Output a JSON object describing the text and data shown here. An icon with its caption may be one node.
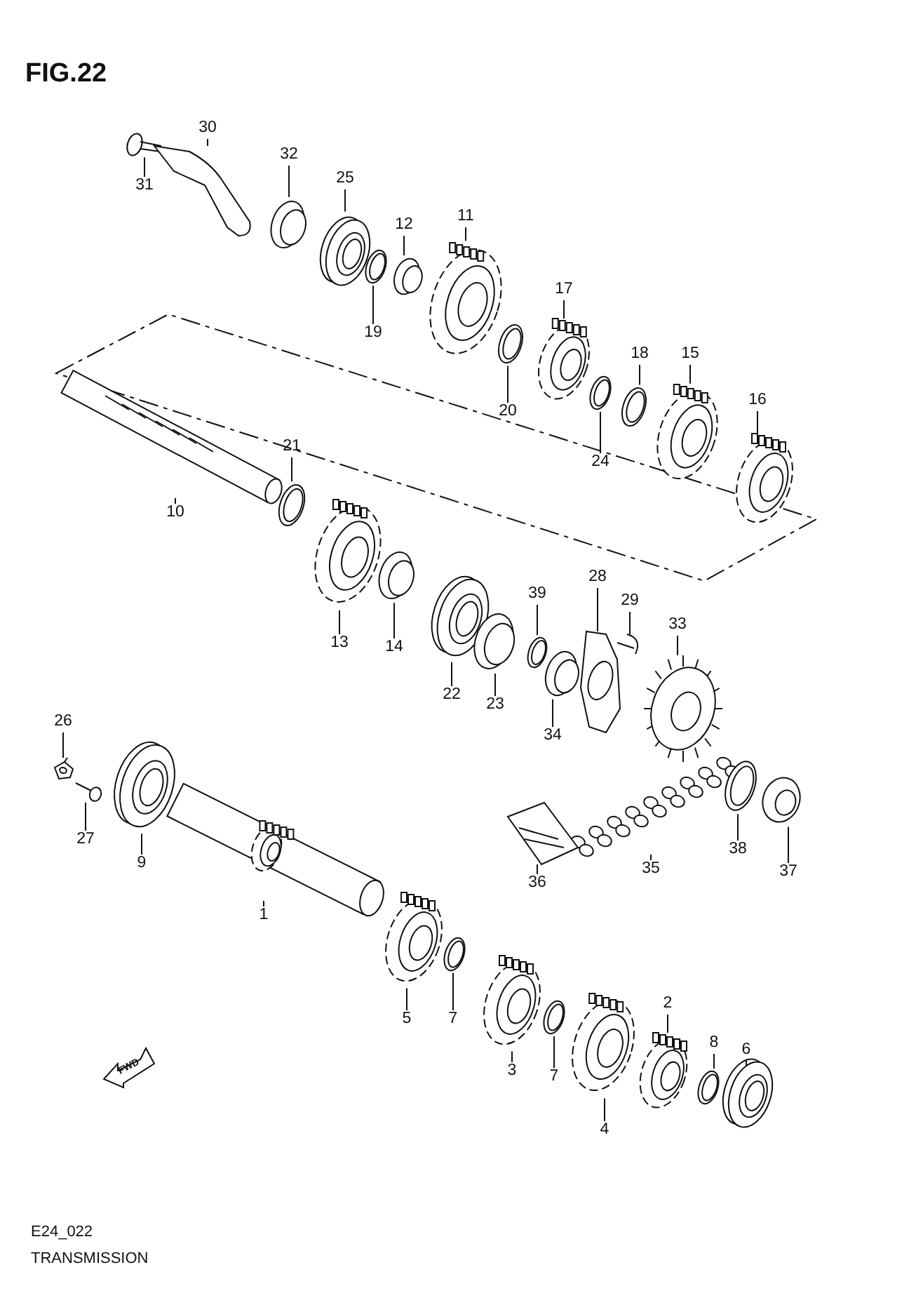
{
  "diagram": {
    "title": "FIG.22",
    "nodes": [
      {
        "text": [
          "30"
        ]
      },
      {
        "text": [
          "32"
        ]
      },
      {
        "text": [
          "25"
        ]
      },
      {
        "text": [
          "31"
        ]
      },
      {
        "text": [
          "11"
        ]
      },
      {
        "text": [
          "12"
        ]
      },
      {
        "text": [
          "17"
        ]
      },
      {
        "text": [
          "19"
        ]
      },
      {
        "text": [
          "18"
        ]
      },
      {
        "text": [
          "15"
        ]
      },
      {
        "text": [
          "16"
        ]
      },
      {
        "text": [
          "20"
        ]
      },
      {
        "text": [
          "21"
        ]
      },
      {
        "text": [
          "24"
        ]
      },
      {
        "text": [
          "10"
        ]
      },
      {
        "text": [
          "28"
        ]
      },
      {
        "text": [
          "39"
        ]
      },
      {
        "text": [
          "29"
        ]
      },
      {
        "text": [
          "33"
        ]
      },
      {
        "text": [
          "13"
        ]
      },
      {
        "text": [
          "14"
        ]
      },
      {
        "text": [
          "22"
        ]
      },
      {
        "text": [
          "23"
        ]
      },
      {
        "text": [
          "26"
        ]
      },
      {
        "text": [
          "34"
        ]
      },
      {
        "text": [
          "27"
        ]
      },
      {
        "text": [
          "35"
        ]
      },
      {
        "text": [
          "38"
        ]
      },
      {
        "text": [
          "9"
        ]
      },
      {
        "text": [
          "37"
        ]
      },
      {
        "text": [
          "36"
        ]
      },
      {
        "text": [
          "1"
        ]
      },
      {
        "text": [
          "2"
        ]
      },
      {
        "text": [
          "5"
        ]
      },
      {
        "text": [
          "7"
        ]
      },
      {
        "text": [
          "8"
        ]
      },
      {
        "text": [
          "6"
        ]
      },
      {
        "text": [
          "3"
        ]
      },
      {
        "text": [
          "7"
        ]
      },
      {
        "text": [
          "4"
        ]
      },
      {
        "text": [],
        "shape": "picture"
      },
      {
        "text": [],
        "shape": "picture"
      },
      {
        "text": [],
        "shape": "picture"
      },
      {
        "text": [],
        "shape": "picture"
      },
      {
        "text": [],
        "shape": "picture"
      },
      {
        "text": [],
        "shape": "picture"
      },
      {
        "text": [],
        "shape": "picture"
      },
      {
        "text": [],
        "shape": "picture"
      },
      {
        "text": [],
        "shape": "picture"
      },
      {
        "text": [],
        "shape": "picture"
      },
      {
        "text": [],
        "shape": "picture"
      },
      {
        "text": [],
        "shape": "picture"
      },
      {
        "text": [],
        "shape": "picture"
      },
      {
        "text": [],
        "shape": "picture"
      },
      {
        "text": [],
        "shape": "picture"
      },
      {
        "text": [],
        "shape": "picture"
      },
      {
        "text": [],
        "shape": "picture"
      },
      {
        "text": [],
        "shape": "picture"
      },
      {
        "text": [],
        "shape": "picture"
      },
      {
        "text": [],
        "shape": "picture"
      },
      {
        "text": [],
        "shape": "picture"
      },
      {
        "text": [],
        "shape": "picture"
      },
      {
        "text": [],
        "shape": "picture"
      },
      {
        "text": [],
        "shape": "picture"
      },
      {
        "text": [],
        "shape": "picture"
      },
      {
        "text": [],
        "shape": "picture"
      },
      {
        "text": [],
        "shape": "picture"
      },
      {
        "text": [],
        "shape": "picture"
      },
      {
        "text": [],
        "shape": "picture"
      },
      {
        "text": [],
        "shape": "picture"
      },
      {
        "text": [],
        "shape": "picture"
      },
      {
        "text": [],
        "shape": "picture"
      },
      {
        "text": [],
        "shape": "picture"
      },
      {
        "text": [],
        "shape": "picture"
      },
      {
        "text": [],
        "shape": "picture"
      },
      {
        "text": [],
        "shape": "picture"
      },
      {
        "text": [],
        "shape": "picture"
      },
      {
        "text": [],
        "shape": "picture"
      },
      {
        "text": [],
        "shape": "picture"
      },
      {
        "text": [],
        "shape": "picture"
      }
    ],
    "edges": [
      {
        "from": 0,
        "to": 40,
        "arrow": "none"
      },
      {
        "from": 1,
        "to": 41,
        "arrow": "none"
      },
      {
        "from": 2,
        "to": 42,
        "arrow": "none"
      },
      {
        "from": 3,
        "to": 43,
        "arrow": "none"
      },
      {
        "from": 4,
        "to": 44,
        "arrow": "none"
      },
      {
        "from": 5,
        "to": 45,
        "arrow": "none"
      },
      {
        "from": 6,
        "to": 46,
        "arrow": "none"
      },
      {
        "from": 7,
        "to": 47,
        "arrow": "none"
      },
      {
        "from": 8,
        "to": 48,
        "arrow": "none"
      },
      {
        "from": 9,
        "to": 49,
        "arrow": "none"
      },
      {
        "from": 10,
        "to": 50,
        "arrow": "none"
      },
      {
        "from": 11,
        "to": 51,
        "arrow": "none"
      },
      {
        "from": 12,
        "to": 52,
        "arrow": "none"
      },
      {
        "from": 13,
        "to": 53,
        "arrow": "none"
      },
      {
        "from": 14,
        "to": 54,
        "arrow": "none"
      },
      {
        "from": 15,
        "to": 55,
        "arrow": "none"
      },
      {
        "from": 16,
        "to": 56,
        "arrow": "none"
      },
      {
        "from": 17,
        "to": 57,
        "arrow": "none"
      },
      {
        "from": 18,
        "to": 58,
        "arrow": "none"
      },
      {
        "from": 19,
        "to": 59,
        "arrow": "none"
      },
      {
        "from": 20,
        "to": 60,
        "arrow": "none"
      },
      {
        "from": 21,
        "to": 61,
        "arrow": "none"
      },
      {
        "from": 22,
        "to": 62,
        "arrow": "none"
      },
      {
        "from": 23,
        "to": 63,
        "arrow": "none"
      },
      {
        "from": 24,
        "to": 64,
        "arrow": "none"
      },
      {
        "from": 25,
        "to": 65,
        "arrow": "none"
      },
      {
        "from": 26,
        "to": 66,
        "arrow": "none"
      },
      {
        "from": 27,
        "to": 67,
        "arrow": "none"
      },
      {
        "from": 28,
        "to": 68,
        "arrow": "none"
      },
      {
        "from": 29,
        "to": 69,
        "arrow": "none"
      },
      {
        "from": 30,
        "to": 70,
        "arrow": "none"
      },
      {
        "from": 31,
        "to": 71,
        "arrow": "none"
      },
      {
        "from": 32,
        "to": 72,
        "arrow": "none"
      },
      {
        "from": 33,
        "to": 73,
        "arrow": "none"
      },
      {
        "from": 34,
        "to": 74,
        "arrow": "none"
      },
      {
        "from": 35,
        "to": 75,
        "arrow": "none"
      },
      {
        "from": 36,
        "to": 76,
        "arrow": "none"
      },
      {
        "from": 37,
        "to": 77,
        "arrow": "none"
      },
      {
        "from": 38,
        "to": 78,
        "arrow": "none"
      },
      {
        "from": 39,
        "to": 79,
        "arrow": "none"
      }
    ],
    "labels": [
      "FWD",
      "E24_022",
      "TRANSMISSION"
    ]
  }
}
